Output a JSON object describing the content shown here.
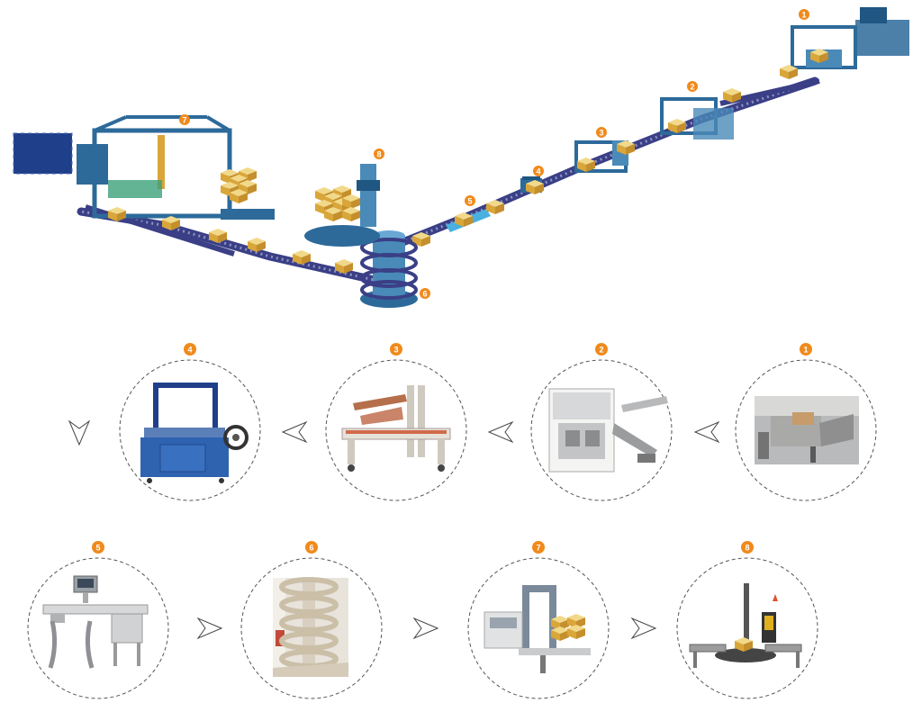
{
  "accent_color": "#f08a1c",
  "line_color": "#2d6a9a",
  "conveyor_color": "#3a3f86",
  "box_color": "#e0b64a",
  "overview": {
    "stations": [
      {
        "number": "1",
        "name": "case-erector"
      },
      {
        "number": "2",
        "name": "case-packer"
      },
      {
        "number": "3",
        "name": "case-sealer"
      },
      {
        "number": "4",
        "name": "strapping-machine"
      },
      {
        "number": "5",
        "name": "checkweigher"
      },
      {
        "number": "6",
        "name": "spiral-conveyor"
      },
      {
        "number": "7",
        "name": "palletizer"
      },
      {
        "number": "8",
        "name": "stretch-wrapper"
      }
    ]
  },
  "process": {
    "steps": [
      {
        "number": "1",
        "machine": "case-erector",
        "arrow": "left-arrow-icon"
      },
      {
        "number": "2",
        "machine": "case-packer",
        "arrow": "left-arrow-icon"
      },
      {
        "number": "3",
        "machine": "case-sealer",
        "arrow": "left-arrow-icon"
      },
      {
        "number": "4",
        "machine": "strapping-machine",
        "arrow": "down-arrow-icon"
      },
      {
        "number": "5",
        "machine": "checkweigher",
        "arrow": "right-arrow-icon"
      },
      {
        "number": "6",
        "machine": "spiral-conveyor",
        "arrow": "right-arrow-icon"
      },
      {
        "number": "7",
        "machine": "palletizer",
        "arrow": "right-arrow-icon"
      },
      {
        "number": "8",
        "machine": "stretch-wrapper",
        "arrow": ""
      }
    ]
  }
}
